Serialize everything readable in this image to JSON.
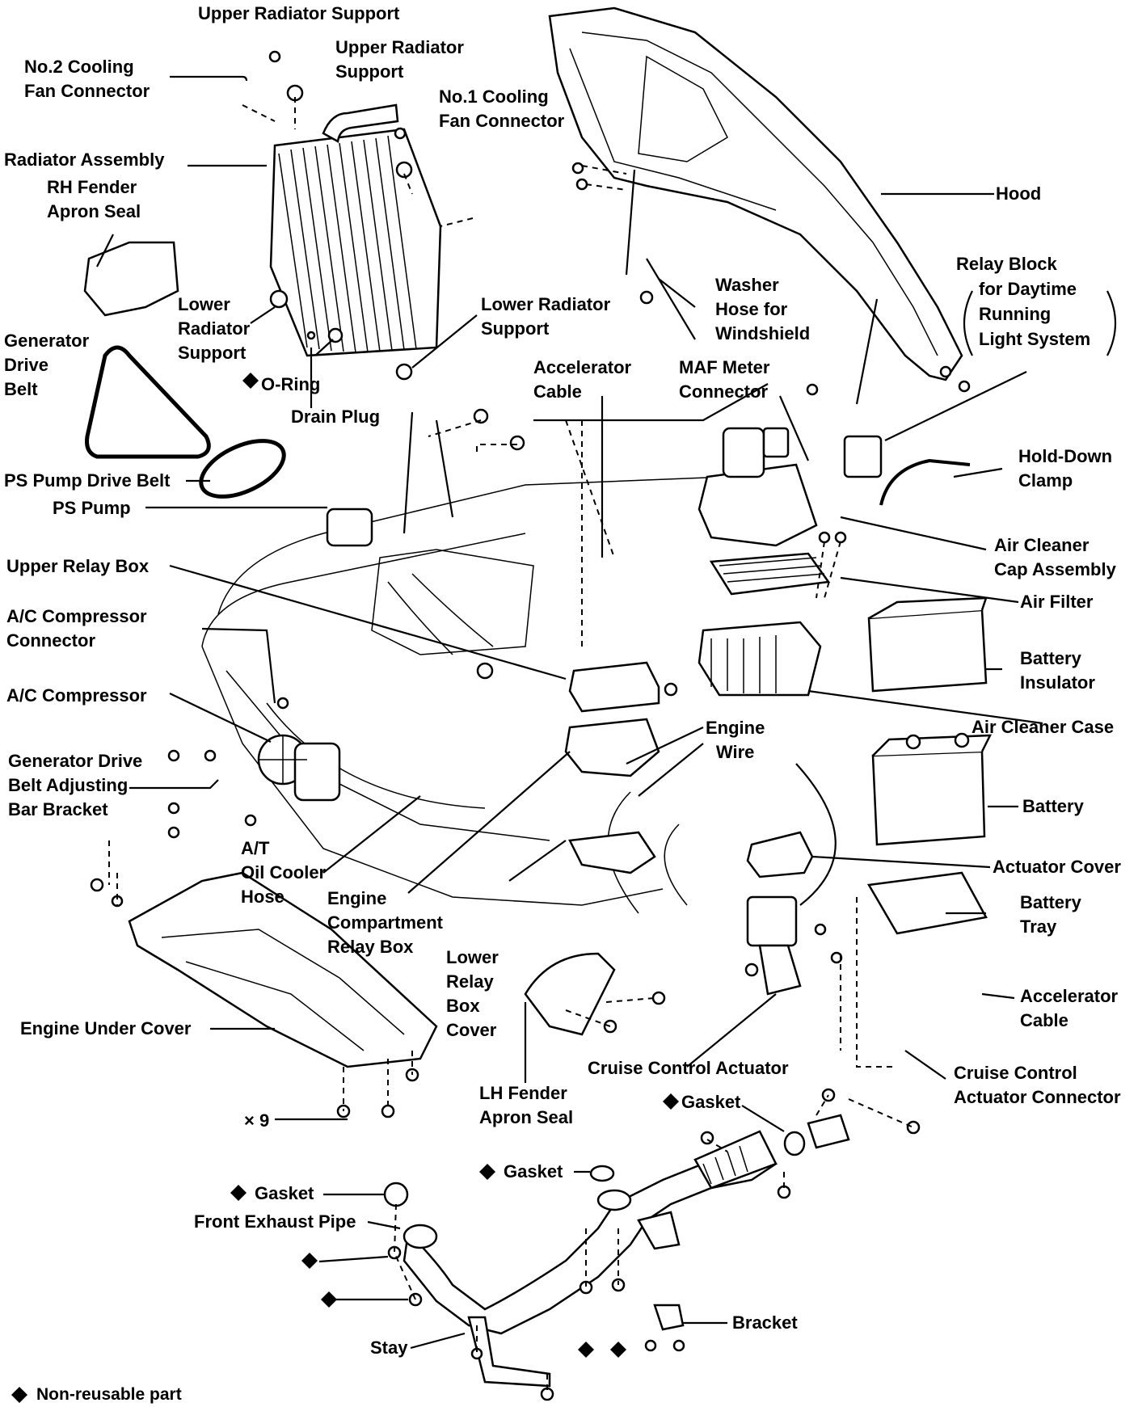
{
  "labels": {
    "upper_radiator_support_1": "Upper Radiator Support",
    "upper_radiator_support_2": [
      "Upper Radiator",
      "Support"
    ],
    "no2_cooling_fan_connector": [
      "No.2 Cooling",
      "Fan Connector"
    ],
    "no1_cooling_fan_connector": [
      "No.1 Cooling",
      "Fan Connector"
    ],
    "radiator_assembly": "Radiator Assembly",
    "rh_fender_apron_seal": [
      "RH Fender",
      "Apron Seal"
    ],
    "hood": "Hood",
    "relay_block": [
      "Relay Block",
      "for Daytime",
      "Running",
      "Light System"
    ],
    "lower_radiator_support_left": [
      "Lower",
      "Radiator",
      "Support"
    ],
    "lower_radiator_support_right": [
      "Lower Radiator",
      "Support"
    ],
    "washer_hose": [
      "Washer",
      "Hose for",
      "Windshield"
    ],
    "generator_drive_belt": [
      "Generator",
      "Drive",
      "Belt"
    ],
    "o_ring": "O-Ring",
    "drain_plug": "Drain Plug",
    "accelerator_cable_top": [
      "Accelerator",
      "Cable"
    ],
    "maf_meter_connector": [
      "MAF Meter",
      "Connector"
    ],
    "hold_down_clamp": [
      "Hold-Down",
      "Clamp"
    ],
    "ps_pump_drive_belt": "PS Pump Drive Belt",
    "ps_pump": "PS Pump",
    "air_cleaner_cap_assembly": [
      "Air Cleaner",
      "Cap Assembly"
    ],
    "upper_relay_box": "Upper Relay Box",
    "air_filter": "Air Filter",
    "ac_compressor_connector": [
      "A/C Compressor",
      "Connector"
    ],
    "battery_insulator": [
      "Battery",
      "Insulator"
    ],
    "ac_compressor": "A/C Compressor",
    "air_cleaner_case": "Air Cleaner Case",
    "engine_wire": [
      "Engine",
      "Wire"
    ],
    "generator_drive_belt_bracket": [
      "Generator Drive",
      "Belt Adjusting",
      "Bar Bracket"
    ],
    "battery": "Battery",
    "at_oil_cooler_hose": [
      "A/T",
      "Oil Cooler",
      "Hose"
    ],
    "actuator_cover": "Actuator Cover",
    "engine_compartment_relay_box": [
      "Engine",
      "Compartment",
      "Relay Box"
    ],
    "battery_tray": [
      "Battery",
      "Tray"
    ],
    "lower_relay_box_cover": [
      "Lower",
      "Relay",
      "Box",
      "Cover"
    ],
    "accelerator_cable_right": [
      "Accelerator",
      "Cable"
    ],
    "engine_under_cover": "Engine Under Cover",
    "cruise_control_actuator": "Cruise Control Actuator",
    "cruise_control_actuator_connector": [
      "Cruise Control",
      "Actuator Connector"
    ],
    "lh_fender_apron_seal": [
      "LH Fender",
      "Apron Seal"
    ],
    "x9": "× 9",
    "gasket_top": "Gasket",
    "gasket_mid": "Gasket",
    "gasket_left": "Gasket",
    "front_exhaust_pipe": "Front Exhaust Pipe",
    "bracket": "Bracket",
    "stay": "Stay",
    "legend": "Non-reusable part"
  }
}
